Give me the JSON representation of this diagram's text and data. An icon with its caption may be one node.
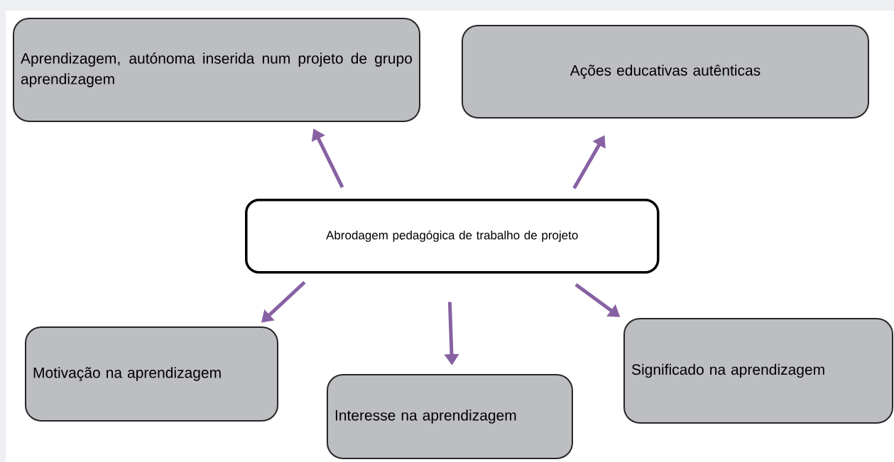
{
  "diagram": {
    "nodes": [
      {
        "text": [
          "Abrodagem pedagógica de trabalho de projeto"
        ]
      },
      {
        "text": [
          "Aprendizagem, autónoma inserida num projeto de grupo aprendizagem"
        ]
      },
      {
        "text": [
          "Ações educativas autênticas"
        ]
      },
      {
        "text": [
          "Motivação na aprendizagem"
        ]
      },
      {
        "text": [
          "Interesse na aprendizagem"
        ]
      },
      {
        "text": [
          "Significado na aprendizagem"
        ]
      }
    ],
    "edges": [
      {
        "from": 0,
        "to": 1,
        "arrow": "to"
      },
      {
        "from": 0,
        "to": 2,
        "arrow": "to"
      },
      {
        "from": 0,
        "to": 3,
        "arrow": "to"
      },
      {
        "from": 0,
        "to": 4,
        "arrow": "to"
      },
      {
        "from": 0,
        "to": 5,
        "arrow": "to"
      }
    ]
  }
}
